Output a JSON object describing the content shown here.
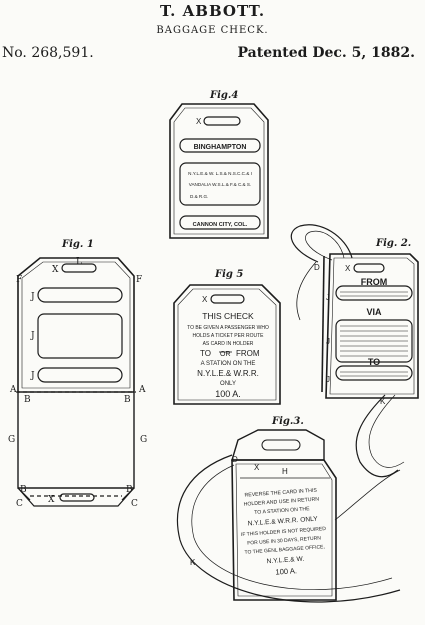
{
  "header": {
    "inventor": "T. ABBOTT.",
    "title": "BAGGAGE CHECK.",
    "number": "No. 268,591.",
    "patented": "Patented Dec. 5, 1882."
  },
  "figures": {
    "fig1": "Fig. 1",
    "fig2": "Fig. 2.",
    "fig3": "Fig.3.",
    "fig4": "Fig.4",
    "fig5": "Fig 5"
  },
  "fig4": {
    "x": "X",
    "city1": "BINGHAMPTON",
    "route1": "N.Y.L.E.& W. L.S.& N.S.C.C.& I",
    "route2": "VANDALIA  W.S.L.& F.& C.& S.",
    "route3": "D.& R.G.",
    "city2": "CANNON CITY, COL."
  },
  "fig5": {
    "x": "X",
    "l1": "THIS CHECK",
    "l2": "TO BE GIVEN A PASSENGER WHO",
    "l3": "HOLDS A TICKET PER ROUTE",
    "l4": "AS CARD IN HOLDER",
    "l5a": "TO",
    "l5b": "OR",
    "l5c": "FROM",
    "l6": "A STATION ON THE",
    "l7": "N.Y.L.E.& W.R.R.",
    "l8": "ONLY",
    "l9": "100 A."
  },
  "fig2": {
    "x": "X",
    "from": "FROM",
    "via": "VIA",
    "to": "TO",
    "d": "D",
    "j": "J",
    "k": "K"
  },
  "fig3": {
    "d": "D",
    "x": "X",
    "h": "H",
    "k": "K",
    "l1": "REVERSE THE CARD IN THIS",
    "l2": "HOLDER AND USE IN RETURN",
    "l3": "TO A STATION ON THE",
    "l4": "N.Y.L.E.& W.R.R. ONLY",
    "l5": "IF THIS HOLDER IS NOT REQUIRED",
    "l6": "FOR USE IN 30 DAYS, RETURN",
    "l7": "TO THE GENL BAGGAGE OFFICE,",
    "l8": "N.Y.L.E.& W.",
    "l9": "100 A."
  },
  "fig1": {
    "x": "X",
    "l": "L",
    "f": "F",
    "j": "J",
    "a": "A",
    "b": "B",
    "g": "G",
    "c": "C"
  }
}
